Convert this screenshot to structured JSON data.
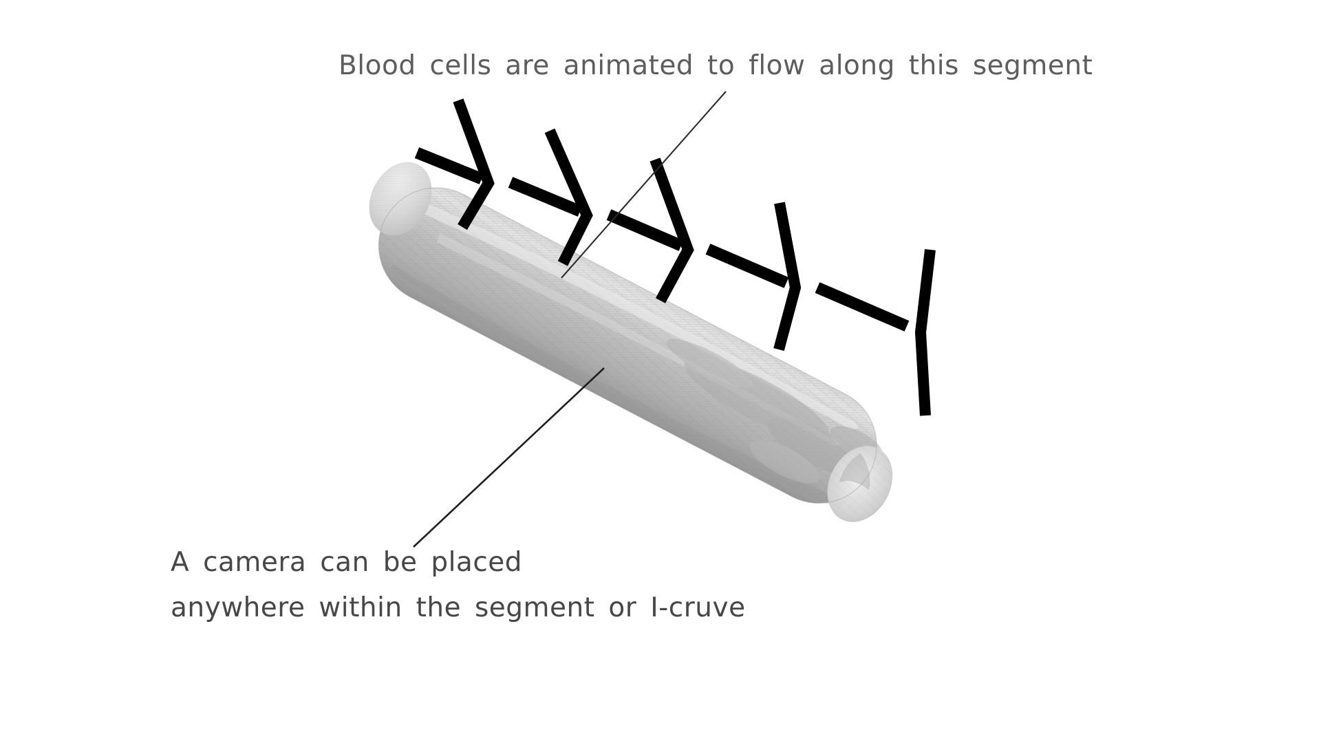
{
  "scene": {
    "title": "Blood vessel segment with animated flow arrows",
    "background_color": "#ffffff"
  },
  "annotations": {
    "top": {
      "text": "Blood cells are animated to flow along this segment",
      "color": "#5d5d5d",
      "leader_line": "leader-line-top"
    },
    "bottom": {
      "line1": "A camera can be placed",
      "line2": "anywhere within the segment or I-cruve",
      "color": "#474747",
      "leader_line": "leader-line-bottom"
    }
  },
  "vessel": {
    "label": "blood-vessel-segment",
    "surface_color": "#b9b9b9",
    "highlight_color": "#e2e2e2",
    "shadow_color": "#8e8e8e",
    "cap_color": "#dcdcdc"
  },
  "flow_arrows": {
    "color": "#000000",
    "count": 5,
    "direction": "down-right",
    "label": "blood-flow-direction-arrows"
  }
}
